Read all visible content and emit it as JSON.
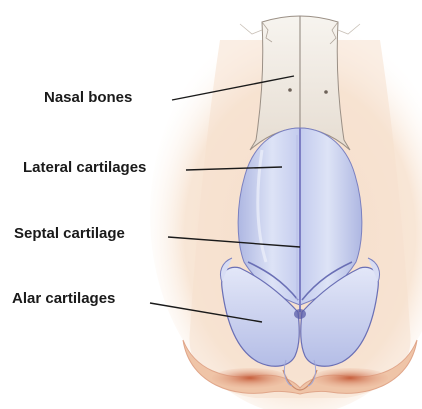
{
  "labels": {
    "nasal_bones": "Nasal bones",
    "lateral_cartilages": "Lateral cartilages",
    "septal_cartilage": "Septal cartilage",
    "alar_cartilages": "Alar cartilages"
  },
  "colors": {
    "background": "#ffffff",
    "skin": "#f3d2b5",
    "skin_shadow": "#e3a27e",
    "bone": "#efe9e1",
    "cartilage": "#cfd8f0",
    "cartilage_edge": "#6a6fb5",
    "septal_line": "#7d7ec4",
    "leader_line": "#1a1a1a",
    "label_text": "#1a1a1a"
  }
}
